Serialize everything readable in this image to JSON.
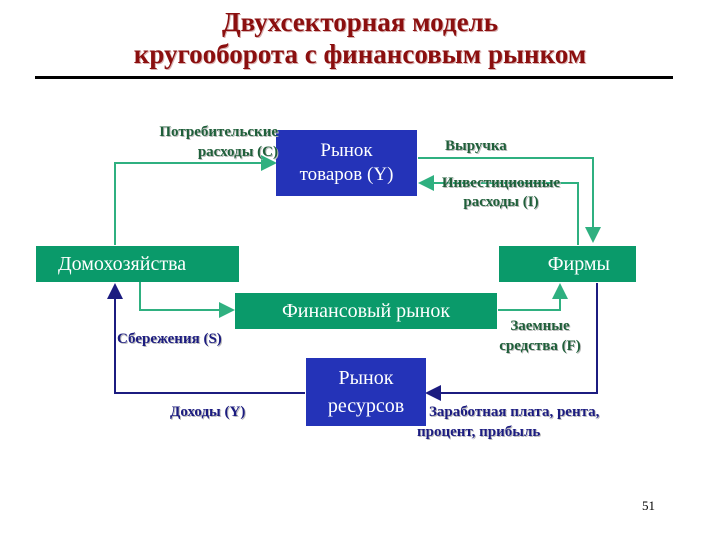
{
  "title": {
    "line1": "Двухсекторная модель",
    "line2": "кругооборота с финансовым рынком"
  },
  "boxes": {
    "goods_market": "Рынок товаров (Y)",
    "households": "Домохозяйства",
    "firms": "Фирмы",
    "financial_market": "Финансовый рынок",
    "resource_market": "Рынок ресурсов"
  },
  "labels": {
    "consumer_spending": "Потребительские расходы (C)",
    "revenue": "Выручка",
    "investment_spending": "Инвестиционные расходы (I)",
    "savings": "Сбережения (S)",
    "borrowed_funds": "Заемные средства (F)",
    "income": "Доходы (Y)",
    "factor_payments": "Заработная плата, рента, процент, прибыль"
  },
  "page_number": "51",
  "colors": {
    "title": "#8b0f0f",
    "green_box": "#0a9a6a",
    "blue_box": "#2433b8",
    "green_flow": "#2fb080",
    "blue_flow": "#1c1c80"
  }
}
